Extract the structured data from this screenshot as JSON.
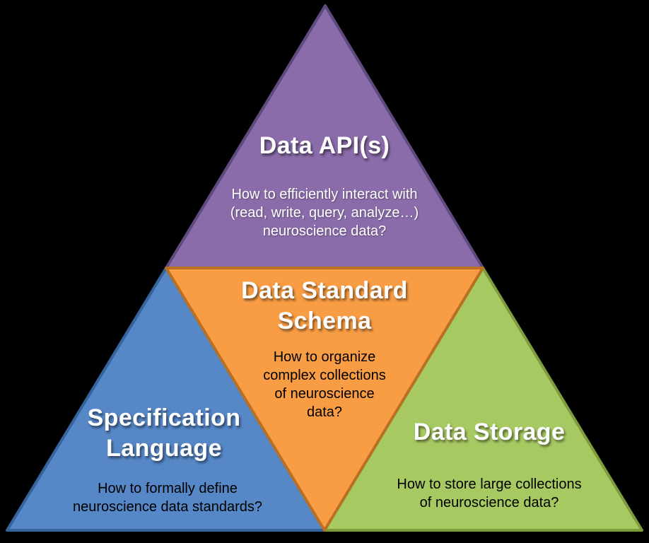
{
  "diagram": {
    "background": "#000000",
    "sections": {
      "api": {
        "label": "Data API(s)",
        "description": "How to efficiently interact with\n(read, write, query, analyze…)\nneuroscience data?",
        "color": "#8a6caa",
        "border": "#5e4a7d"
      },
      "schema": {
        "label": "Data Standard\nSchema",
        "description": "How to organize\ncomplex collections\nof neuroscience\ndata?",
        "color": "#f99d45",
        "border": "#b97022"
      },
      "spec": {
        "label": "Specification\nLanguage",
        "description": "How to formally define\nneuroscience data standards?",
        "color": "#5687c7",
        "border": "#35649c"
      },
      "storage": {
        "label": "Data Storage",
        "description": "How to store large collections\nof neuroscience data?",
        "color": "#a7c962",
        "border": "#7d9c3e"
      }
    }
  }
}
